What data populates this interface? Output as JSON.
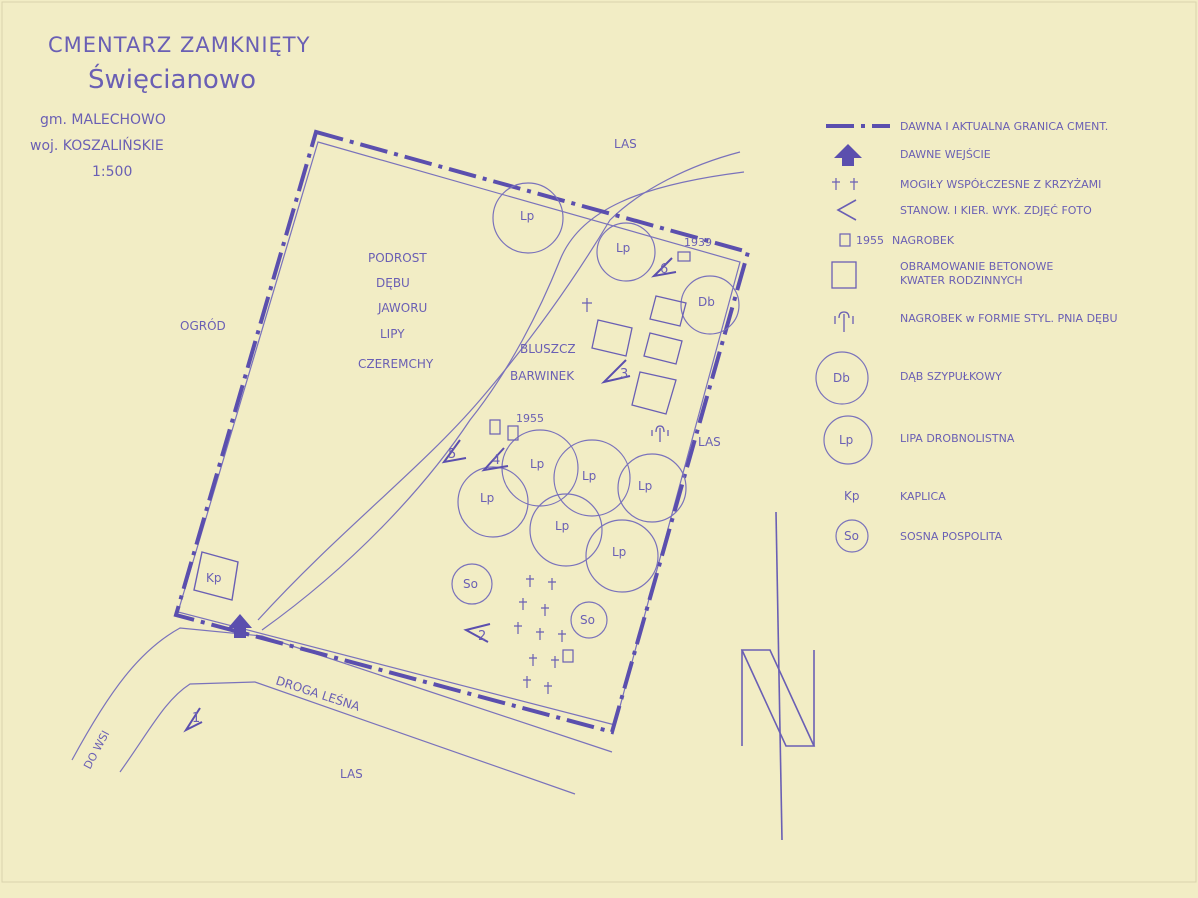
{
  "title": {
    "line1": "CMENTARZ ZAMKNIĘTY",
    "line2": "Święcianowo",
    "gmina": "gm. MALECHOWO",
    "woj": "woj. KOSZALIŃSKIE",
    "scale": "1:500"
  },
  "map_labels": {
    "las_top": "LAS",
    "las_right": "LAS",
    "las_bottom": "LAS",
    "ogrod": "OGRÓD",
    "droga": "DROGA LEŚNA",
    "do_wsi": "DO WSI",
    "podrost": "PODROST",
    "debu": "DĘBU",
    "jaworu": "JAWORU",
    "lipy": "LIPY",
    "czeremchy": "CZEREMCHY",
    "bluszcz": "BLUSZCZ",
    "barwinek": "BARWINEK",
    "year_1939": "1939",
    "year_1955": "1955",
    "kp": "Kp",
    "lp": "Lp",
    "db": "Db",
    "so": "So",
    "n1": "1",
    "n2": "2",
    "n3": "3",
    "n4": "4",
    "n5": "5",
    "n6": "6"
  },
  "legend": {
    "items": [
      {
        "key": "boundary",
        "label": "DAWNA I AKTUALNA GRANICA CMENT."
      },
      {
        "key": "entrance",
        "label": "DAWNE WEJŚCIE"
      },
      {
        "key": "graves",
        "label": "MOGIŁY WSPÓŁCZESNE Z KRZYŻAMI"
      },
      {
        "key": "photo",
        "label": "STANOW. I KIER. WYK. ZDJĘĆ FOTO"
      },
      {
        "key": "gravestone",
        "label": "NAGROBEK",
        "prefix": "1955"
      },
      {
        "key": "family",
        "label": "OBRAMOWANIE BETONOWE",
        "label2": "KWATER RODZINNYCH"
      },
      {
        "key": "trunk",
        "label": "NAGROBEK w FORMIE STYL. PNIA DĘBU"
      },
      {
        "key": "oak",
        "label": "DĄB SZYPUŁKOWY",
        "symbol": "Db"
      },
      {
        "key": "linden",
        "label": "LIPA DROBNOLISTNA",
        "symbol": "Lp"
      },
      {
        "key": "chapel",
        "label": "KAPLICA",
        "symbol": "Kp"
      },
      {
        "key": "pine",
        "label": "SOSNA POSPOLITA",
        "symbol": "So"
      }
    ]
  },
  "colors": {
    "ink": "#6a5fb4",
    "paper": "#f2edc5"
  }
}
